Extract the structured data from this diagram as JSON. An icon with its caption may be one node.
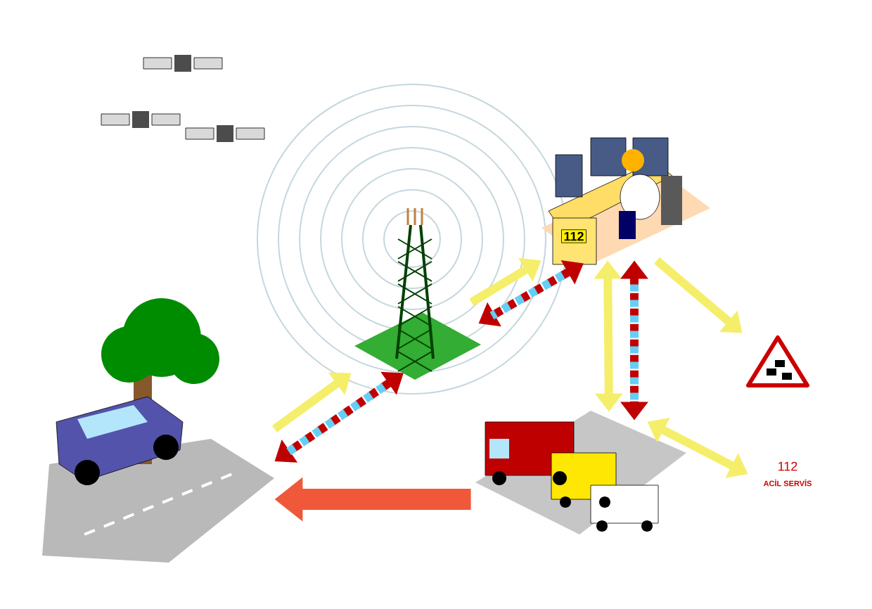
{
  "diagram": {
    "nodes": [
      {
        "text": [],
        "shape": "picture"
      },
      {
        "text": [],
        "shape": "picture"
      },
      {
        "text": [
          "112"
        ]
      },
      {
        "text": [],
        "shape": "picture"
      },
      {
        "text": [],
        "shape": "picture"
      },
      {
        "text": [
          "112",
          "ACİL SERVİS"
        ]
      }
    ],
    "edges": [
      {
        "from": 0,
        "to": 1,
        "arrow": "to"
      },
      {
        "from": 1,
        "to": 0,
        "arrow": "both",
        "style": "dashed",
        "color": "#66cef5"
      },
      {
        "from": 1,
        "to": 2,
        "arrow": "to"
      },
      {
        "from": 2,
        "to": 1,
        "arrow": "both",
        "style": "dashed",
        "color": "#66cef5"
      },
      {
        "from": 2,
        "to": 3,
        "arrow": "both"
      },
      {
        "from": 2,
        "to": 3,
        "arrow": "both",
        "style": "dashed",
        "color": "#66cef5"
      },
      {
        "from": 2,
        "to": 4,
        "arrow": "to"
      },
      {
        "from": 3,
        "to": 5,
        "arrow": "both"
      },
      {
        "from": 3,
        "to": 0,
        "arrow": "to",
        "style": "thick",
        "color": "#f0583a"
      }
    ]
  }
}
